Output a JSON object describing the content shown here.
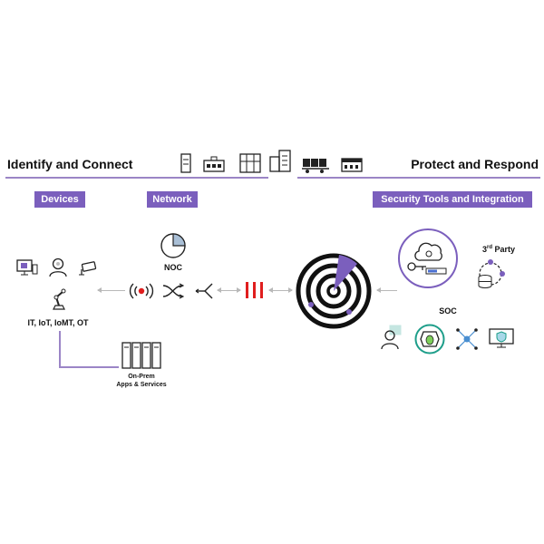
{
  "left_section": {
    "title": "Identify and Connect",
    "tags": {
      "devices": "Devices",
      "network": "Network"
    },
    "device_label": "IT, IoT, IoMT, OT",
    "noc_label": "NOC",
    "onprem_line1": "On-Prem",
    "onprem_line2": "Apps & Services"
  },
  "right_section": {
    "title": "Protect and Respond",
    "tags": {
      "security": "Security Tools and Integration"
    },
    "third_party_ord": "3",
    "third_party_sup": "rd",
    "third_party_word": " Party",
    "soc_label": "SOC"
  },
  "colors": {
    "accent": "#7b5fbd",
    "rule": "#9b85c6",
    "red": "#e01e1e",
    "teal": "#1e9e8a"
  },
  "icons": [
    "small-tower-icon",
    "clinic-building-icon",
    "office-building-icon",
    "city-buildings-icon",
    "truck-icon",
    "factory-icon",
    "monitor-icon",
    "user-icon",
    "camera-icon",
    "robot-arm-icon",
    "server-rack-icon",
    "pie-icon",
    "wireless-signal-icon",
    "shuffle-icon",
    "branch-icon",
    "radar-icon",
    "cloud-fingerprint-icon",
    "key-icon",
    "database-hub-icon",
    "analyst-icon",
    "bug-shield-icon",
    "network-node-icon",
    "monitor-shield-icon"
  ]
}
